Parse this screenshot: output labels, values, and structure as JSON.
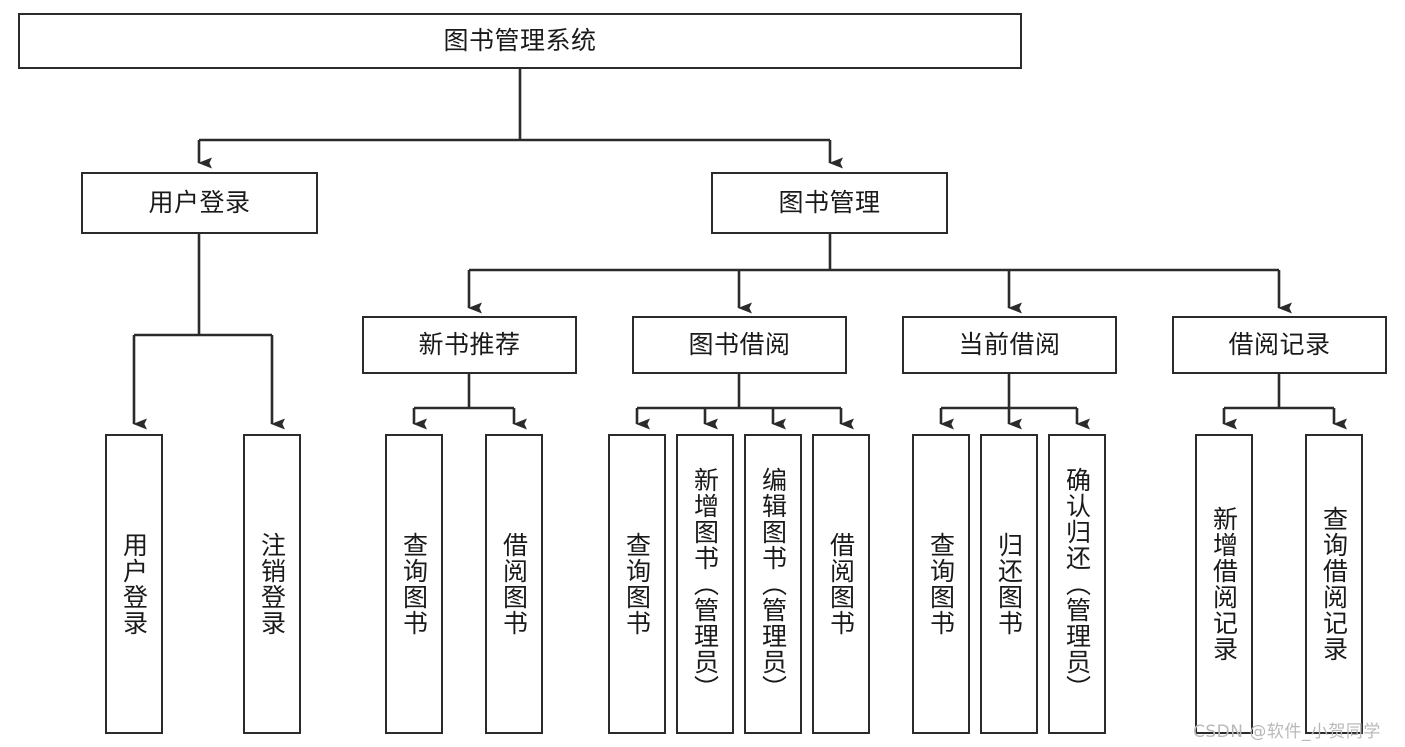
{
  "diagram": {
    "type": "tree-hierarchy-flowchart",
    "title": "图书管理系统",
    "theme": {
      "background": "#ffffff",
      "box_border": "#2b2b2b",
      "box_fill": "#ffffff",
      "text": "#1a1a1a",
      "connector": "#2b2b2b",
      "watermark": "#b9b9b9"
    },
    "levels": {
      "level1": "root",
      "level2": "modules",
      "level3": "sub-modules",
      "level4": "operations"
    }
  },
  "root": {
    "label": "图书管理系统",
    "orientation": "horizontal"
  },
  "level2": [
    {
      "id": "user-login",
      "label": "用户登录",
      "orientation": "horizontal"
    },
    {
      "id": "book-manage",
      "label": "图书管理",
      "orientation": "horizontal"
    }
  ],
  "level3": [
    {
      "id": "new-book-recommend",
      "label": "新书推荐",
      "orientation": "horizontal",
      "parent": "book-manage"
    },
    {
      "id": "book-borrow",
      "label": "图书借阅",
      "orientation": "horizontal",
      "parent": "book-manage"
    },
    {
      "id": "current-borrow",
      "label": "当前借阅",
      "orientation": "horizontal",
      "parent": "book-manage"
    },
    {
      "id": "borrow-record",
      "label": "借阅记录",
      "orientation": "horizontal",
      "parent": "book-manage"
    }
  ],
  "leaves": {
    "user_login": [
      {
        "id": "leaf-user-login",
        "label": "用户登录"
      },
      {
        "id": "leaf-logout",
        "label": "注销登录"
      }
    ],
    "new_book_recommend": [
      {
        "id": "leaf-query-book-1",
        "label": "查询图书"
      },
      {
        "id": "leaf-borrow-book-1",
        "label": "借阅图书"
      }
    ],
    "book_borrow": [
      {
        "id": "leaf-query-book-2",
        "label": "查询图书"
      },
      {
        "id": "leaf-add-book",
        "label": "新增图书（管理员）"
      },
      {
        "id": "leaf-edit-book",
        "label": "编辑图书（管理员）"
      },
      {
        "id": "leaf-borrow-book-2",
        "label": "借阅图书"
      }
    ],
    "current_borrow": [
      {
        "id": "leaf-query-book-3",
        "label": "查询图书"
      },
      {
        "id": "leaf-return-book",
        "label": "归还图书"
      },
      {
        "id": "leaf-confirm-return",
        "label": "确认归还（管理员）"
      }
    ],
    "borrow_record": [
      {
        "id": "leaf-add-record",
        "label": "新增借阅记录"
      },
      {
        "id": "leaf-query-record",
        "label": "查询借阅记录"
      }
    ]
  },
  "watermark": {
    "text": "CSDN @软件_小贺同学"
  }
}
